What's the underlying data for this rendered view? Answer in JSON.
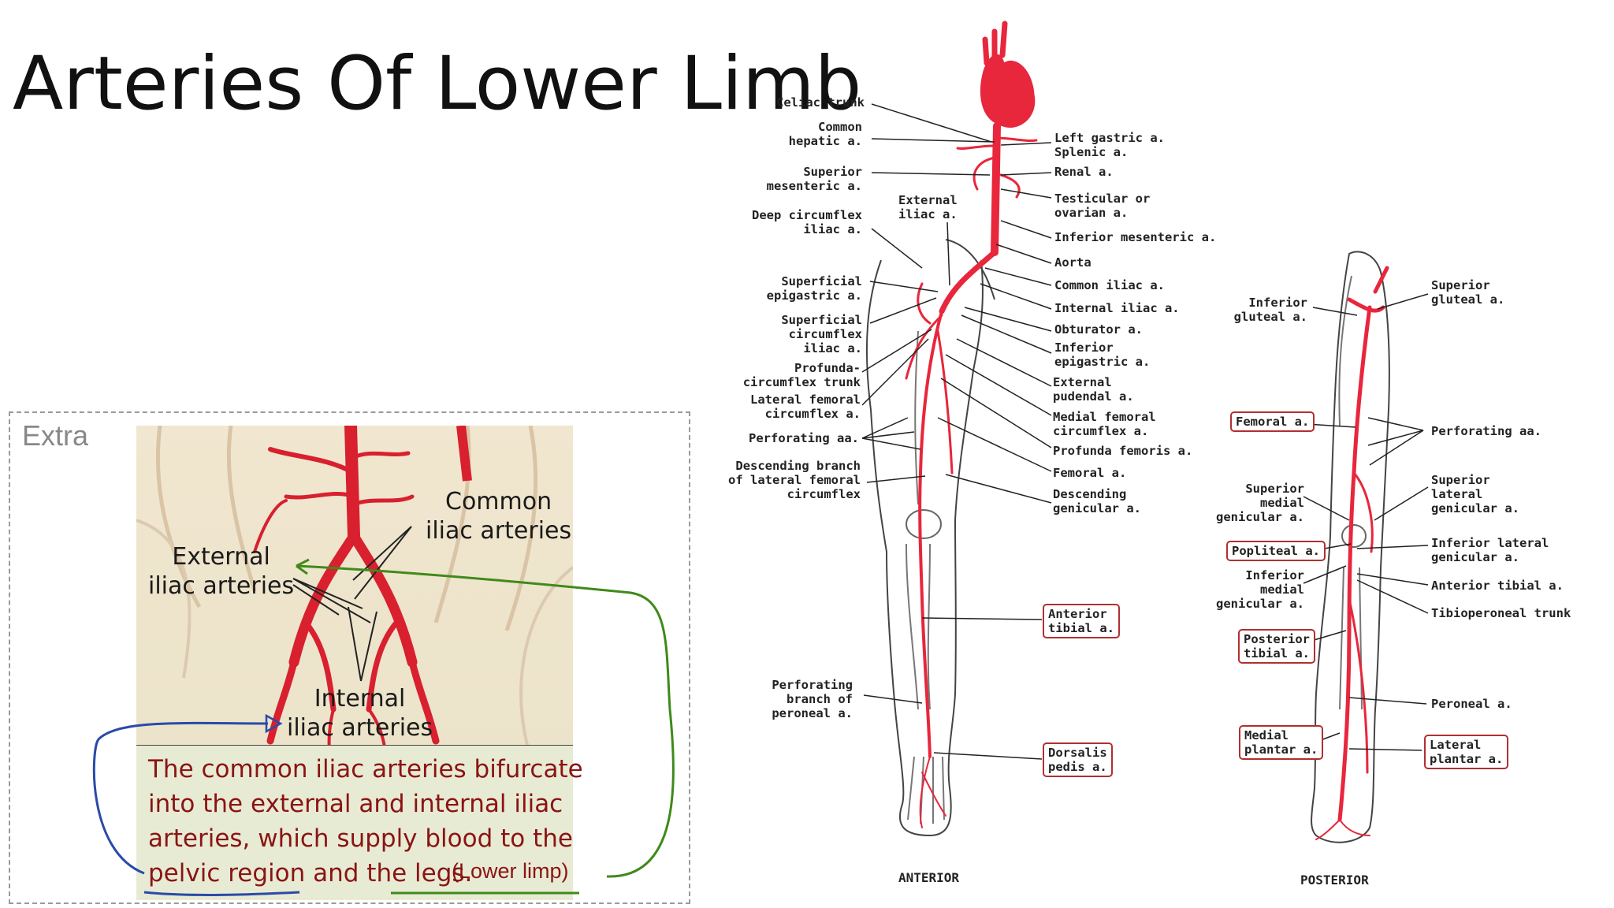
{
  "slide": {
    "title": "Arteries Of Lower Limb",
    "extra_label": "Extra"
  },
  "inset": {
    "common": [
      "Common",
      "iliac arteries"
    ],
    "external": [
      "External",
      "iliac arteries"
    ],
    "internal": [
      "Internal",
      "iliac arteries"
    ],
    "caption": [
      "The common iliac arteries bifurcate",
      "into the external and internal iliac",
      "arteries, which supply blood to the",
      "pelvic region and the legs."
    ],
    "handwritten_note": "(Lower limp)"
  },
  "anterior": {
    "view_label": "ANTERIOR",
    "left_labels": [
      [
        "Celiac trunk"
      ],
      [
        "Common",
        "hepatic a."
      ],
      [
        "Superior",
        "mesenteric a."
      ],
      [
        "External",
        "iliac a."
      ],
      [
        "Deep circumflex",
        "iliac a."
      ],
      [
        "Superficial",
        "epigastric a."
      ],
      [
        "Superficial",
        "circumflex",
        "iliac a."
      ],
      [
        "Profunda-",
        "circumflex trunk"
      ],
      [
        "Lateral femoral",
        "circumflex a."
      ],
      [
        "Perforating aa."
      ],
      [
        "Descending branch",
        "of lateral femoral",
        "circumflex"
      ],
      [
        "Perforating",
        "branch of",
        "peroneal a."
      ]
    ],
    "right_labels": [
      [
        "Left gastric a.",
        "Splenic a."
      ],
      [
        "Renal a."
      ],
      [
        "Testicular or",
        "ovarian a."
      ],
      [
        "Inferior mesenteric a."
      ],
      [
        "Aorta"
      ],
      [
        "Common iliac a."
      ],
      [
        "Internal iliac a."
      ],
      [
        "Obturator a."
      ],
      [
        "Inferior",
        "epigastric a."
      ],
      [
        "External",
        "pudendal a."
      ],
      [
        "Medial femoral",
        "circumflex a."
      ],
      [
        "Profunda femoris a."
      ],
      [
        "Femoral a."
      ],
      [
        "Descending",
        "genicular a."
      ]
    ],
    "boxed_labels": [
      [
        "Anterior",
        "tibial a."
      ],
      [
        "Dorsalis",
        "pedis a."
      ]
    ]
  },
  "posterior": {
    "view_label": "POSTERIOR",
    "left_labels": [
      [
        "Inferior",
        "gluteal a."
      ],
      [
        "Superior",
        "medial",
        "genicular a."
      ],
      [
        "Inferior",
        "medial",
        "genicular a."
      ]
    ],
    "boxed_left": [
      [
        "Femoral a."
      ],
      [
        "Popliteal a."
      ],
      [
        "Posterior",
        "tibial a."
      ],
      [
        "Medial",
        "plantar a."
      ]
    ],
    "right_labels": [
      [
        "Superior",
        "gluteal a."
      ],
      [
        "Perforating aa."
      ],
      [
        "Superior",
        "lateral",
        "genicular a."
      ],
      [
        "Inferior lateral",
        "genicular a."
      ],
      [
        "Anterior tibial a."
      ],
      [
        "Tibioperoneal trunk"
      ],
      [
        "Peroneal a."
      ]
    ],
    "boxed_right": [
      [
        "Lateral",
        "plantar a."
      ]
    ]
  },
  "colors": {
    "artery_red": "#e8263c",
    "box_border": "#b03030",
    "caption_text": "#8a1414",
    "annotation_green": "#3f8a1a",
    "annotation_blue": "#2a4aa8"
  }
}
